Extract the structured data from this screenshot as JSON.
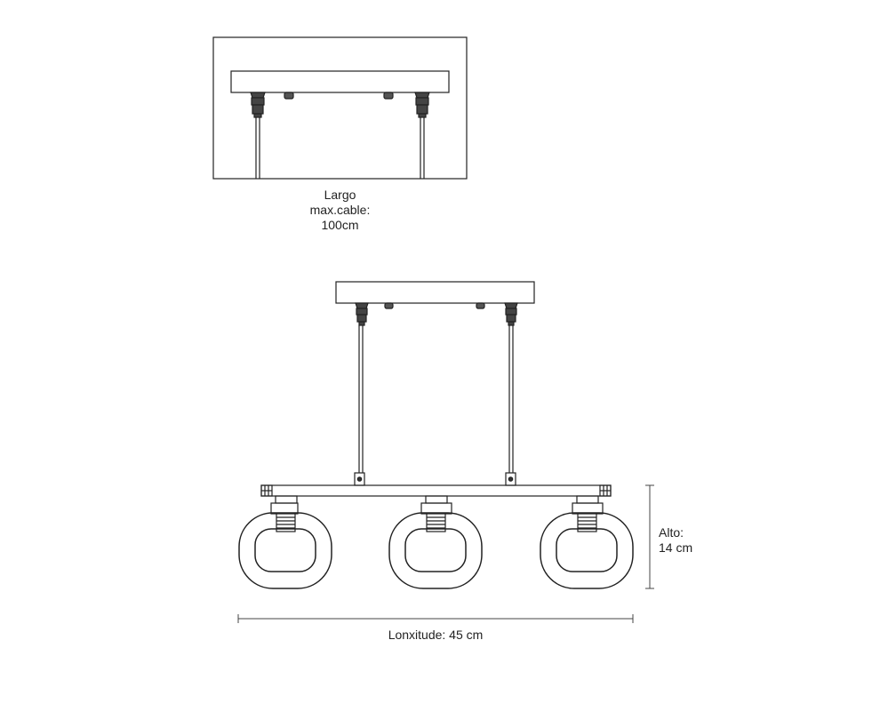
{
  "detail_view": {
    "label_line1": "Largo",
    "label_line2": "max.cable:",
    "label_line3": "100cm"
  },
  "main_view": {
    "height_label_line1": "Alto:",
    "height_label_line2": "14 cm",
    "length_label": "Lonxitude: 45 cm"
  },
  "colors": {
    "line": "#222222",
    "background": "#ffffff"
  }
}
